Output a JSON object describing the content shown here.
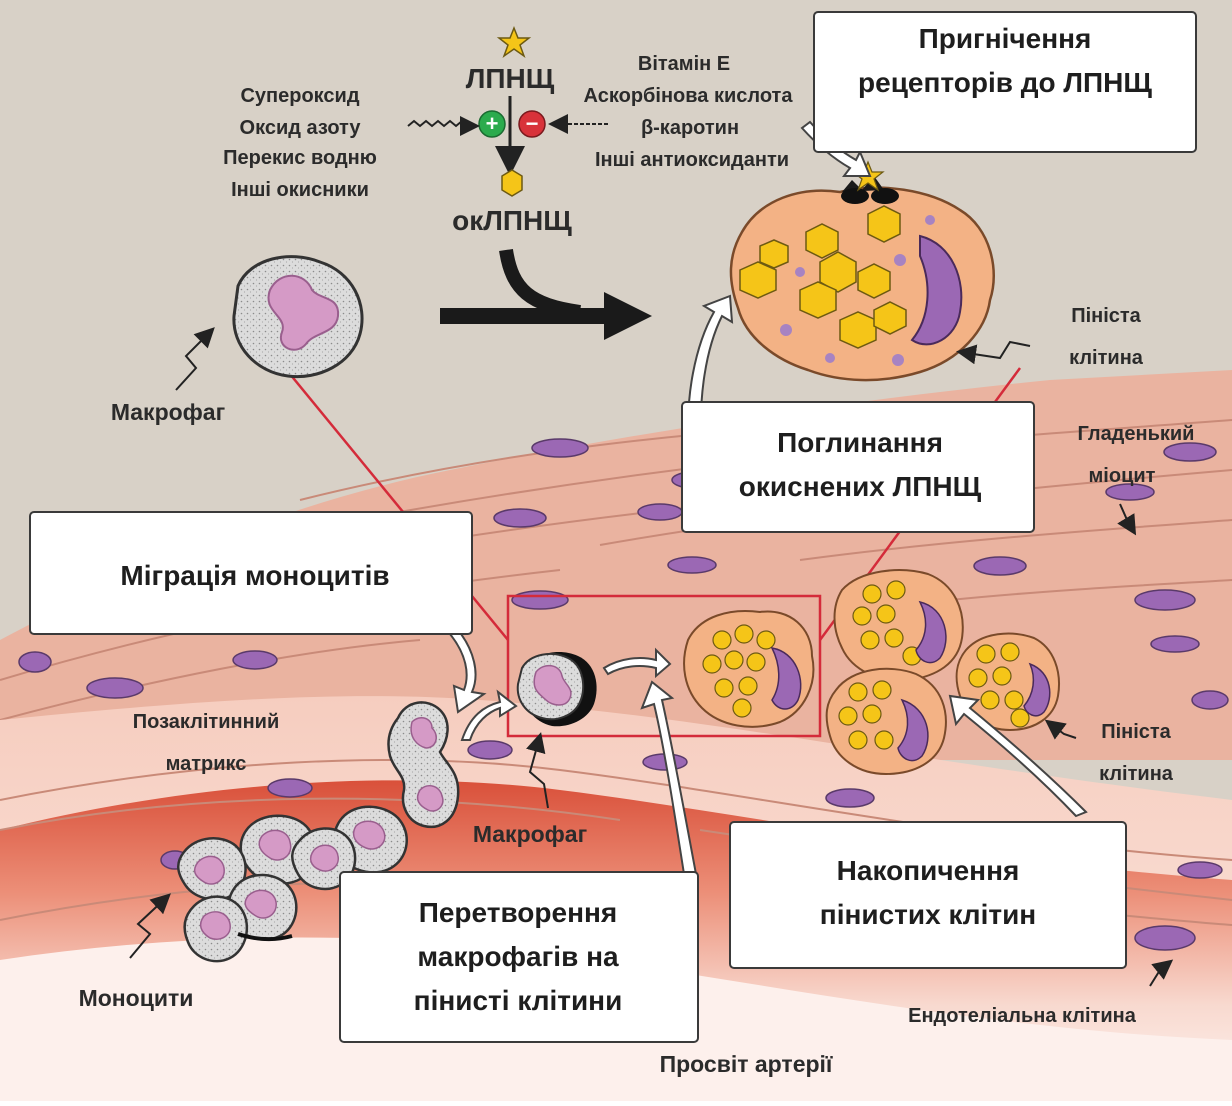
{
  "oxidation": {
    "ldl": "ЛПНЩ",
    "oxidized_ldl": "окЛПНЩ",
    "plus_sign": "+",
    "minus_sign": "−",
    "oxidants": [
      "Супероксид",
      "Оксид азоту",
      "Перекис водню",
      "Інші окисники"
    ],
    "antioxidants": [
      "Вітамін Е",
      "Аскорбінова кислота",
      "β-каротин",
      "Інші антиоксиданти"
    ]
  },
  "callouts": {
    "receptor_inhibition": [
      "Пригнічення",
      "рецепторів до ЛПНЩ"
    ],
    "uptake": [
      "Поглинання",
      "окиснених ЛПНЩ"
    ],
    "monocyte_migration": [
      "Міграція моноцитів"
    ],
    "transformation": [
      "Перетворення",
      "макрофагів на",
      "пінисті клітини"
    ],
    "accumulation": [
      "Накопичення",
      "пінистих клітин"
    ]
  },
  "labels": {
    "macrophage_top": "Макрофаг",
    "foam_cell_top": [
      "Пініста",
      "клітина"
    ],
    "smooth_myocyte": [
      "Гладенький",
      "міоцит"
    ],
    "extracellular_matrix": [
      "Позаклітинний",
      "матрикс"
    ],
    "macrophage_bottom": "Макрофаг",
    "foam_cell_bottom": [
      "Пініста",
      "клітина"
    ],
    "monocytes": "Моноцити",
    "endothelial_cell": "Ендотеліальна клітина",
    "artery_lumen": "Просвіт артерії"
  },
  "colors": {
    "background_top": "#d8d1c7",
    "smooth_muscle": "#eab3a0",
    "lumen_red": "#e0664f",
    "nucleus": "#9b68b4",
    "lipid": "#f5c518",
    "foam_cell_body": "#f3b285",
    "highlight_red": "#d42b3a",
    "plus_green": "#2bab4d",
    "minus_red": "#d8323a"
  }
}
